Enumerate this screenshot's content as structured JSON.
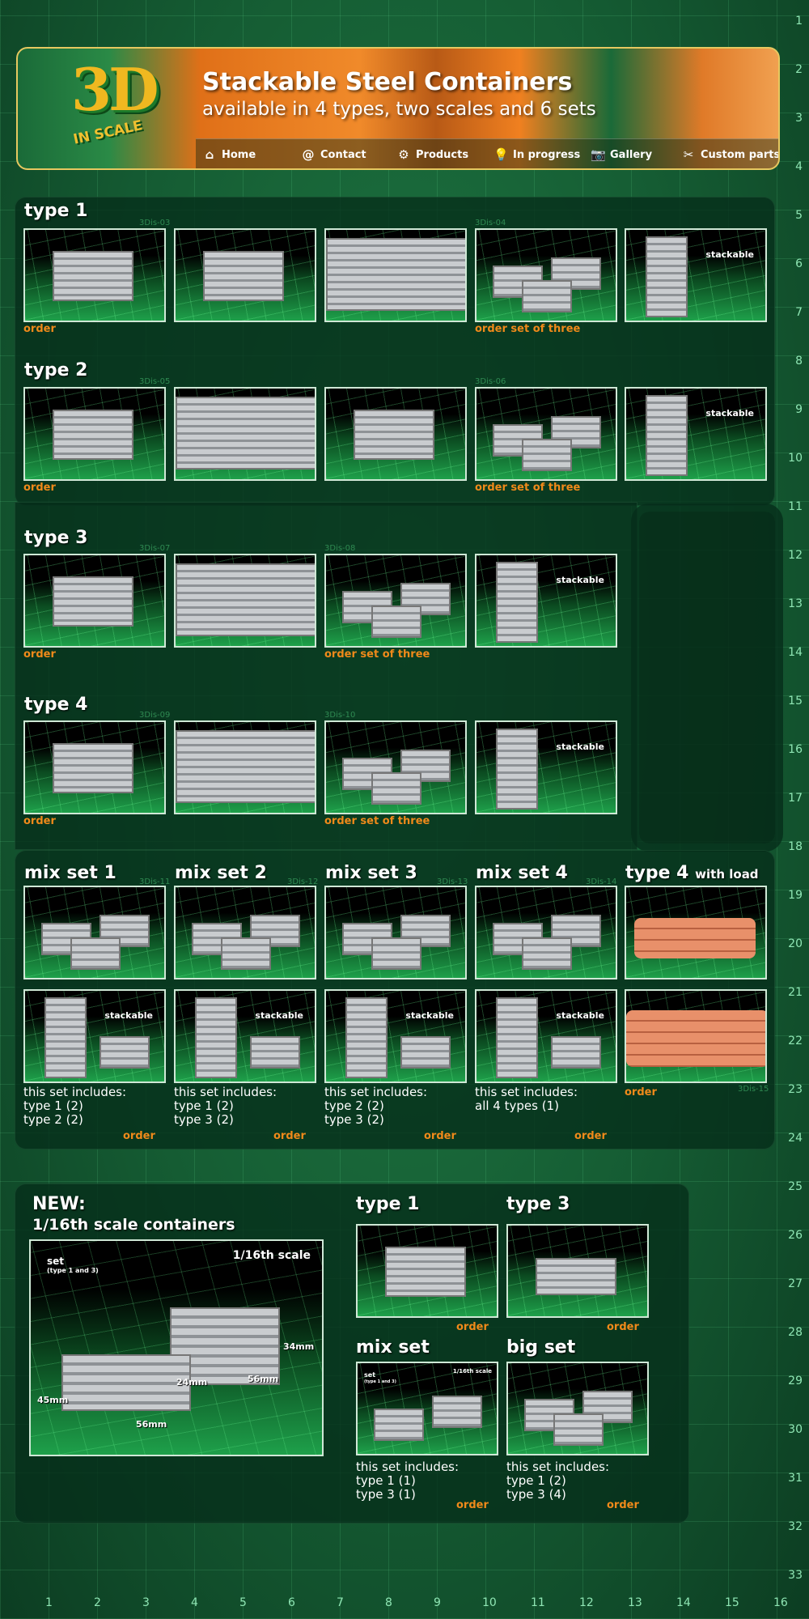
{
  "header": {
    "logo_big": "3D",
    "logo_small": "IN SCALE",
    "title": "Stackable Steel Containers",
    "subtitle": "available in 4 types, two scales and 6 sets"
  },
  "nav": [
    {
      "label": "Home",
      "icon": "home-icon"
    },
    {
      "label": "Contact",
      "icon": "at-icon"
    },
    {
      "label": "Products",
      "icon": "gears-icon"
    },
    {
      "label": "In progress",
      "icon": "bulb-icon"
    },
    {
      "label": "Gallery",
      "icon": "camera-icon"
    },
    {
      "label": "Custom parts",
      "icon": "tools-icon"
    }
  ],
  "ruler": {
    "right": [
      "1",
      "2",
      "3",
      "4",
      "5",
      "6",
      "7",
      "8",
      "9",
      "10",
      "11",
      "12",
      "13",
      "14",
      "15",
      "16",
      "17",
      "18",
      "19",
      "20",
      "21",
      "22",
      "23",
      "24",
      "25",
      "26",
      "27",
      "28",
      "29",
      "30",
      "31",
      "32",
      "33"
    ],
    "bottom": [
      "1",
      "2",
      "3",
      "4",
      "5",
      "6",
      "7",
      "8",
      "9",
      "10",
      "11",
      "12",
      "13",
      "14",
      "15",
      "16"
    ]
  },
  "type1": {
    "title": "type 1",
    "code_a": "3Dis-03",
    "code_b": "3Dis-04",
    "order": "order",
    "order_set": "order set of three",
    "stackable": "stackable"
  },
  "type2": {
    "title": "type 2",
    "code_a": "3Dis-05",
    "code_b": "3Dis-06",
    "order": "order",
    "order_set": "order set of three",
    "stackable": "stackable"
  },
  "type3": {
    "title": "type 3",
    "code_a": "3Dis-07",
    "code_b": "3Dis-08",
    "order": "order",
    "order_set": "order set of three",
    "stackable": "stackable"
  },
  "type4": {
    "title": "type 4",
    "code_a": "3Dis-09",
    "code_b": "3Dis-10",
    "order": "order",
    "order_set": "order set of three",
    "stackable": "stackable"
  },
  "mixsets": [
    {
      "title": "mix set 1",
      "code": "3Dis-11",
      "stackable": "stackable",
      "includes": [
        "this set includes:",
        "type 1 (2)",
        "type 2 (2)"
      ],
      "order": "order"
    },
    {
      "title": "mix set 2",
      "code": "3Dis-12",
      "stackable": "stackable",
      "includes": [
        "this set includes:",
        "type 1 (2)",
        "type 3 (2)"
      ],
      "order": "order"
    },
    {
      "title": "mix set 3",
      "code": "3Dis-13",
      "stackable": "stackable",
      "includes": [
        "this set includes:",
        "type 2 (2)",
        "type 3 (2)"
      ],
      "order": "order"
    },
    {
      "title": "mix set 4",
      "code": "3Dis-14",
      "stackable": "stackable",
      "includes": [
        "this set includes:",
        "all 4 types (1)"
      ],
      "order": "order"
    }
  ],
  "type4load": {
    "title": "type 4",
    "title_small": "with load",
    "code": "3Dis-15",
    "order": "order"
  },
  "new": {
    "title": "NEW:",
    "subtitle": "1/16th scale  containers",
    "img_scale": "1/16th scale",
    "img_set": "set",
    "img_set_sub": "(type 1 and 3)",
    "dims": [
      "34mm",
      "24mm",
      "56mm",
      "45mm",
      "56mm"
    ],
    "type1": {
      "title": "type 1",
      "order": "order"
    },
    "type3": {
      "title": "type 3",
      "order": "order"
    },
    "mixset": {
      "title": "mix set",
      "img_set": "set",
      "img_set_sub": "(type 1 and 3)",
      "img_scale": "1/16th scale",
      "includes": [
        "this set includes:",
        "type 1 (1)",
        "type 3 (1)"
      ],
      "order": "order"
    },
    "bigset": {
      "title": "big set",
      "includes": [
        "this set includes:",
        "type 1 (2)",
        "type 3 (4)"
      ],
      "order": "order"
    }
  }
}
